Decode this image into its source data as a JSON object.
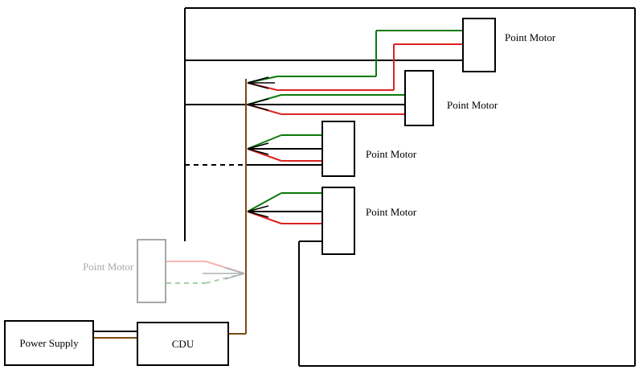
{
  "diagram": {
    "power_supply_label": "Power Supply",
    "cdu_label": "CDU",
    "point_motor_labels": [
      "Point Motor",
      "Point Motor",
      "Point Motor",
      "Point Motor",
      "Point Motor"
    ],
    "point_motor_states": [
      "normal",
      "normal",
      "normal",
      "normal",
      "greyed-out"
    ],
    "wire_colors": {
      "black": "#000000",
      "green": "#0a7a0a",
      "red": "#dd2222",
      "brown_bus": "#7b4a12",
      "faded_pink": "#f2b6b6",
      "faded_green": "#a6cfa6",
      "grey": "#b0b0b0"
    },
    "background": "#ffffff"
  }
}
